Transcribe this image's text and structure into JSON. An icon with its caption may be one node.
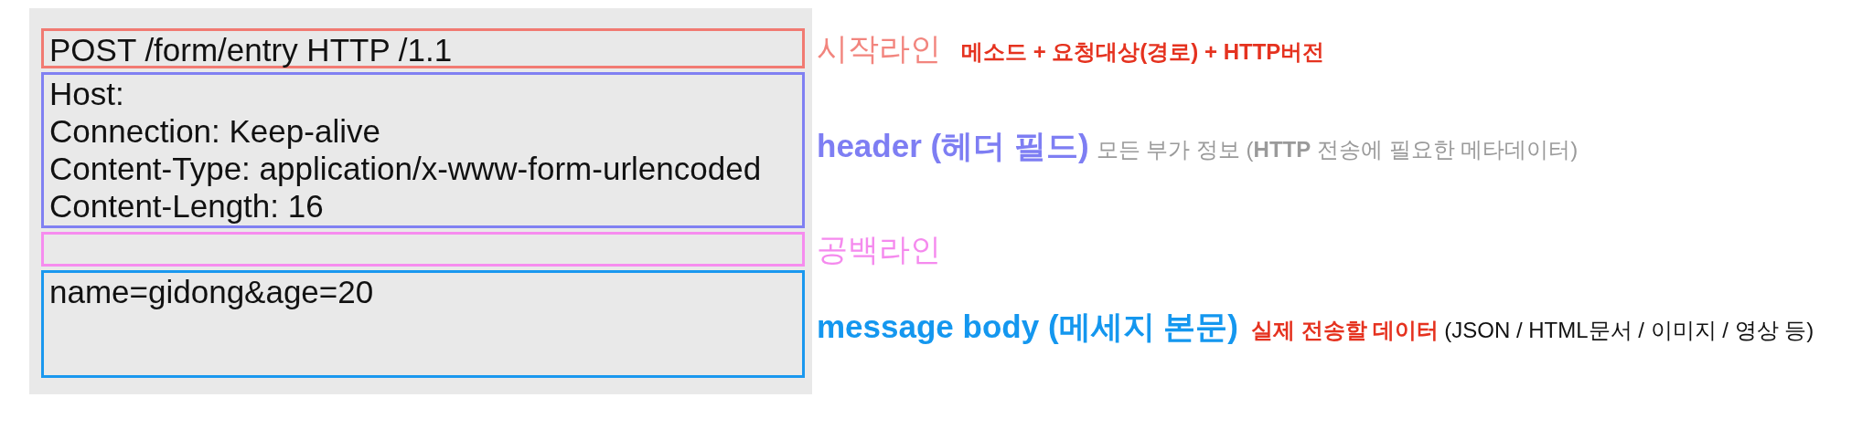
{
  "diagram": {
    "nodes": [
      {
        "text": [
          "POST /form/entry HTTP /1.1"
        ],
        "beside": [
          "시작라인",
          "메소드 + 요청대상(경로) + HTTP버전"
        ]
      },
      {
        "text": [
          "Host:",
          "Connection: Keep-alive",
          "Content-Type: application/x-www-form-urlencoded",
          "Content-Length: 16"
        ],
        "beside": [
          "header (헤더 필드)",
          "모든 부가 정보 (**HTTP** 전송에 필요한 메타데이터)"
        ]
      },
      {
        "text": [],
        "shape": "box",
        "beside": [
          "공백라인"
        ]
      },
      {
        "text": [
          "name=gidong&age=20"
        ],
        "beside": [
          "message body (메세지 본문)",
          "실제 전송할 데이터",
          "(JSON / HTML문서 / 이미지 / 영상 등)"
        ]
      }
    ]
  }
}
